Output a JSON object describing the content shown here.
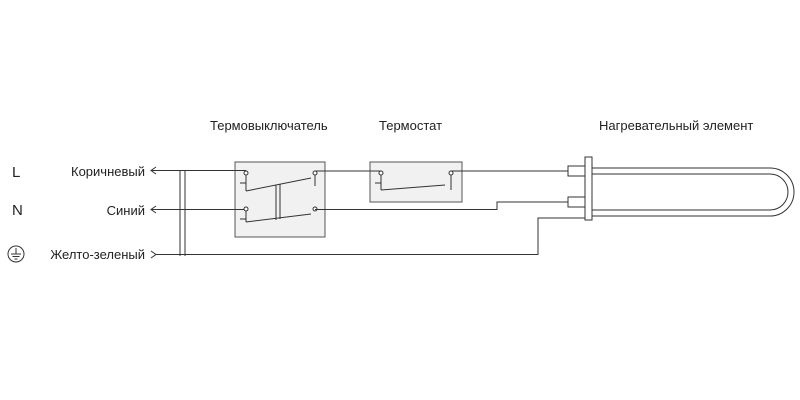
{
  "lines": {
    "L": {
      "symbol": "L",
      "wire": "Коричневый"
    },
    "N": {
      "symbol": "N",
      "wire": "Синий"
    },
    "PE": {
      "icon": "ground-icon",
      "wire": "Желто-зеленый"
    }
  },
  "components": {
    "thermal_cutout": "Термовыключатель",
    "thermostat": "Термостат",
    "heating_element": "Нагревательный элемент"
  }
}
